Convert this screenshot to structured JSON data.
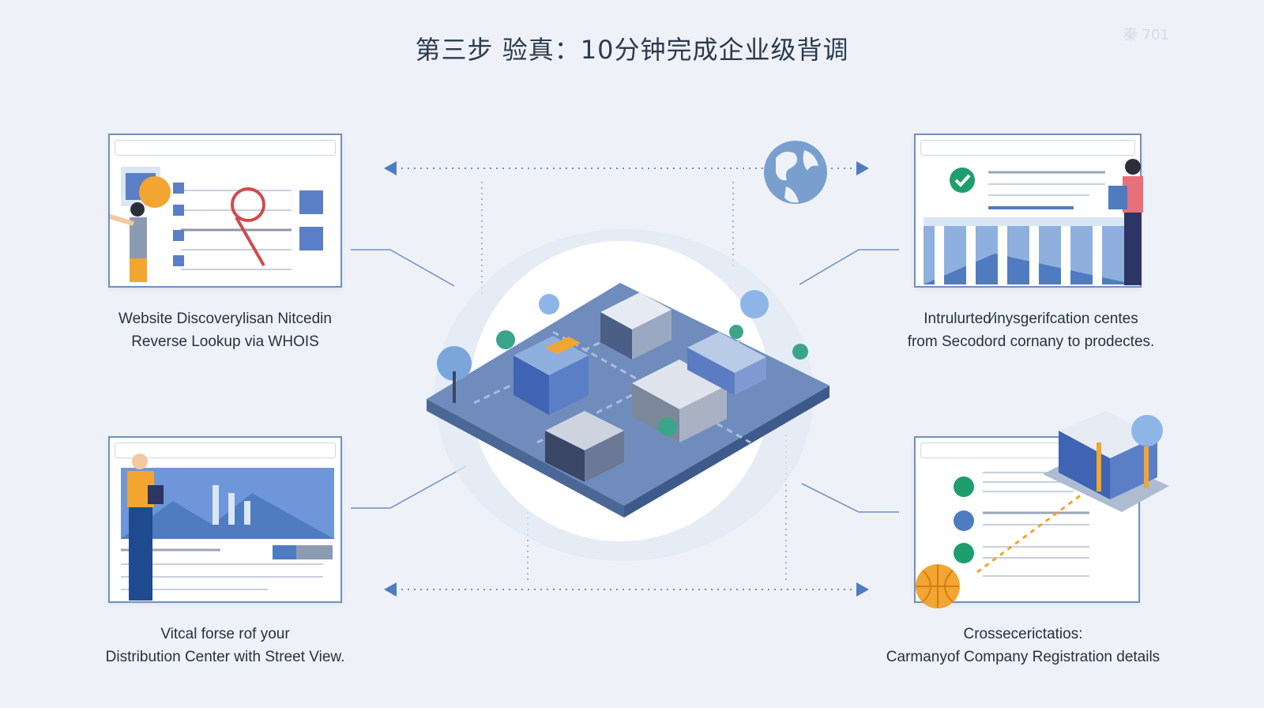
{
  "title": "第三步 验真：10分钟完成企业级背调",
  "watermark": "秦 701",
  "steps": [
    {
      "line1": "Website Discoverylisan Nitcedin",
      "line2": "Reverse Lookup via WHOIS"
    },
    {
      "line1": "Intrulurted⁄inysgerifcation centes",
      "line2": "from Secodord cornany to prodectes."
    },
    {
      "line1": "Vitcal forse rof your",
      "line2": "Distribution Center with Street View."
    },
    {
      "line1": "Crossecerictatios:",
      "line2": "Carmanyof Company Registration details"
    }
  ],
  "colors": {
    "background": "#eef2f8",
    "accent": "#4f7cc0",
    "frame": "#6f8fc2",
    "orange": "#f2a530",
    "green": "#1f9e6d",
    "text": "#27313f"
  },
  "icons": [
    "globe-icon",
    "checkmark-icon",
    "lightbulb-icon",
    "magnifier-icon",
    "basketball-icon",
    "server-rack-icon"
  ]
}
